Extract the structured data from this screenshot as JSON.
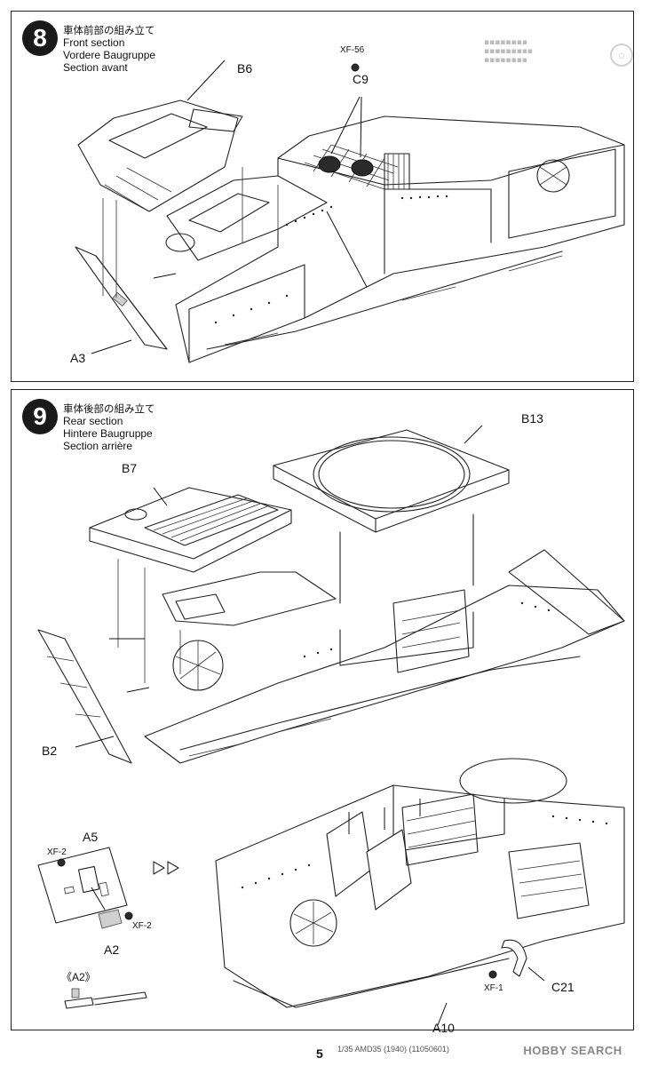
{
  "step8": {
    "number": "8",
    "title_jp": "車体前部の組み立て",
    "title_en": "Front section",
    "title_de": "Vordere Baugruppe",
    "title_fr": "Section avant",
    "parts": {
      "b6": "B6",
      "c9": "C9",
      "xf56": "XF-56",
      "a3": "A3"
    }
  },
  "step9": {
    "number": "9",
    "title_jp": "車体後部の組み立て",
    "title_en": "Rear section",
    "title_de": "Hintere Baugruppe",
    "title_fr": "Section arrière",
    "parts": {
      "b13": "B13",
      "b7": "B7",
      "b2": "B2",
      "a5": "A5",
      "a2": "A2",
      "xf2_top": "XF-2",
      "xf2_bottom": "XF-2",
      "a2_detail": "《A2》",
      "a10": "A10",
      "c21": "C21",
      "xf1": "XF-1"
    }
  },
  "footer": {
    "page_number": "5",
    "code": "1/35 AMD35 (1940) (11050601)",
    "watermark": "HOBBY SEARCH"
  },
  "colors": {
    "ink": "#222222",
    "badge": "#1a1a1a",
    "paper": "#ffffff"
  }
}
